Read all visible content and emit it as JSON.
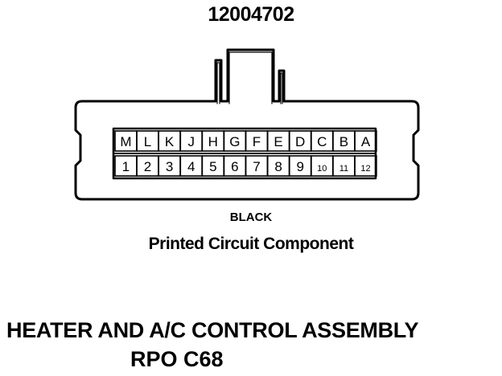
{
  "diagram": {
    "part_number": "12004702",
    "color": "BLACK",
    "connector_type": "Printed Circuit Component",
    "assembly_name": "HEATER AND A/C CONTROL ASSEMBLY",
    "rpo": "RPO C68",
    "pins_top_row": [
      "M",
      "L",
      "K",
      "J",
      "H",
      "G",
      "F",
      "E",
      "D",
      "C",
      "B",
      "A"
    ],
    "pins_bottom_row": [
      "1",
      "2",
      "3",
      "4",
      "5",
      "6",
      "7",
      "8",
      "9",
      "10",
      "11",
      "12"
    ]
  }
}
